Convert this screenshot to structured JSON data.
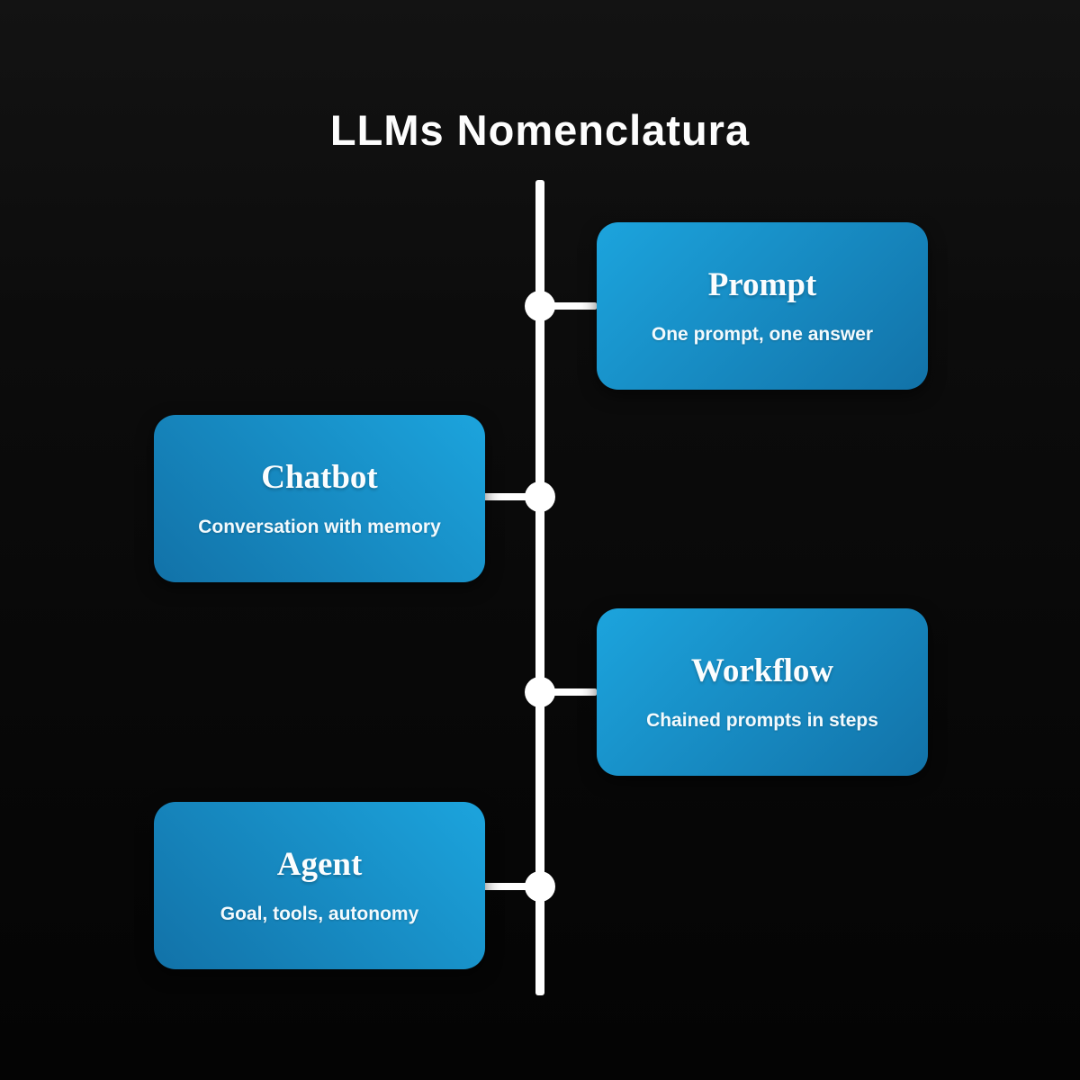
{
  "title": "LLMs Nomenclatura",
  "timeline": {
    "nodes": [
      {
        "title": "Prompt",
        "subtitle": "One prompt, one answer",
        "side": "right"
      },
      {
        "title": "Chatbot",
        "subtitle": "Conversation with memory",
        "side": "left"
      },
      {
        "title": "Workflow",
        "subtitle": "Chained prompts in steps",
        "side": "right"
      },
      {
        "title": "Agent",
        "subtitle": "Goal, tools, autonomy",
        "side": "left"
      }
    ]
  },
  "colors": {
    "background": "#0c0c0c",
    "card_gradient_light": "#1ca4dd",
    "card_gradient_dark": "#1272a8",
    "line": "#ffffff",
    "text": "#ffffff"
  }
}
